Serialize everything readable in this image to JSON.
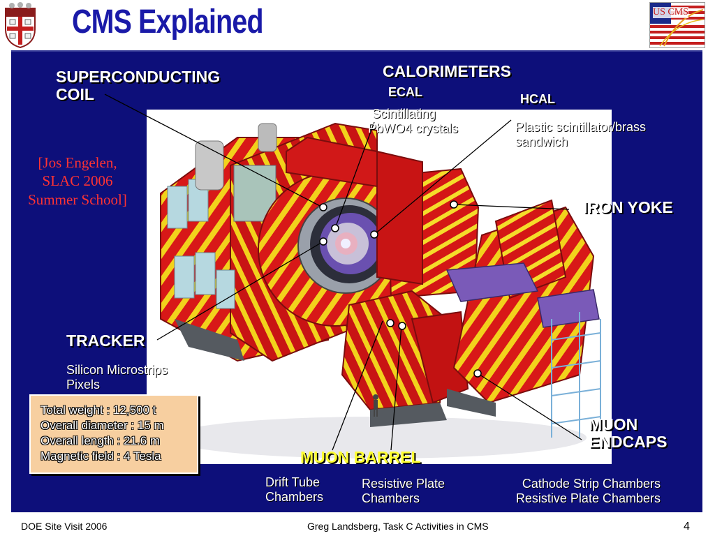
{
  "title": "CMS Explained",
  "labels": {
    "coil": [
      "SUPERCONDUCTING",
      "COIL"
    ],
    "calorimeters": "CALORIMETERS",
    "ecal": "ECAL",
    "ecal_desc": [
      "Scintillating",
      "PbWO4 crystals"
    ],
    "hcal": "HCAL",
    "hcal_desc": [
      "Plastic scintillator/brass",
      "sandwich"
    ],
    "iron_yoke": "IRON YOKE",
    "tracker": "TRACKER",
    "tracker_desc": [
      "Silicon Microstrips",
      "Pixels"
    ],
    "muon_endcaps": [
      "MUON",
      "ENDCAPS"
    ],
    "muon_barrel": "MUON BARREL",
    "drift_tube": [
      "Drift Tube",
      "Chambers"
    ],
    "rpc": [
      "Resistive Plate",
      "Chambers"
    ],
    "csc": [
      "Cathode Strip Chambers",
      "Resistive Plate Chambers"
    ]
  },
  "citation": [
    "[Jos Engelen,",
    "SLAC 2006",
    "Summer School]"
  ],
  "specs": [
    "Total weight : 12,500 t",
    "Overall diameter : 15 m",
    "Overall length : 21.6 m",
    "Magnetic field : 4 Tesla"
  ],
  "footer": {
    "left": "DOE Site Visit 2006",
    "center": "Greg Landsberg, Task C Activities in CMS",
    "page": "4"
  },
  "logo_right_text": "US CMS",
  "colors": {
    "title": "#1a1aa8",
    "panel": "#0d0f7a",
    "label": "#ffffff",
    "muon_barrel": "#ffff33",
    "citation": "#ff3333",
    "specs_box": "#f7cfa0",
    "detector_red": "#d81818",
    "detector_yellow": "#f2d21c"
  }
}
